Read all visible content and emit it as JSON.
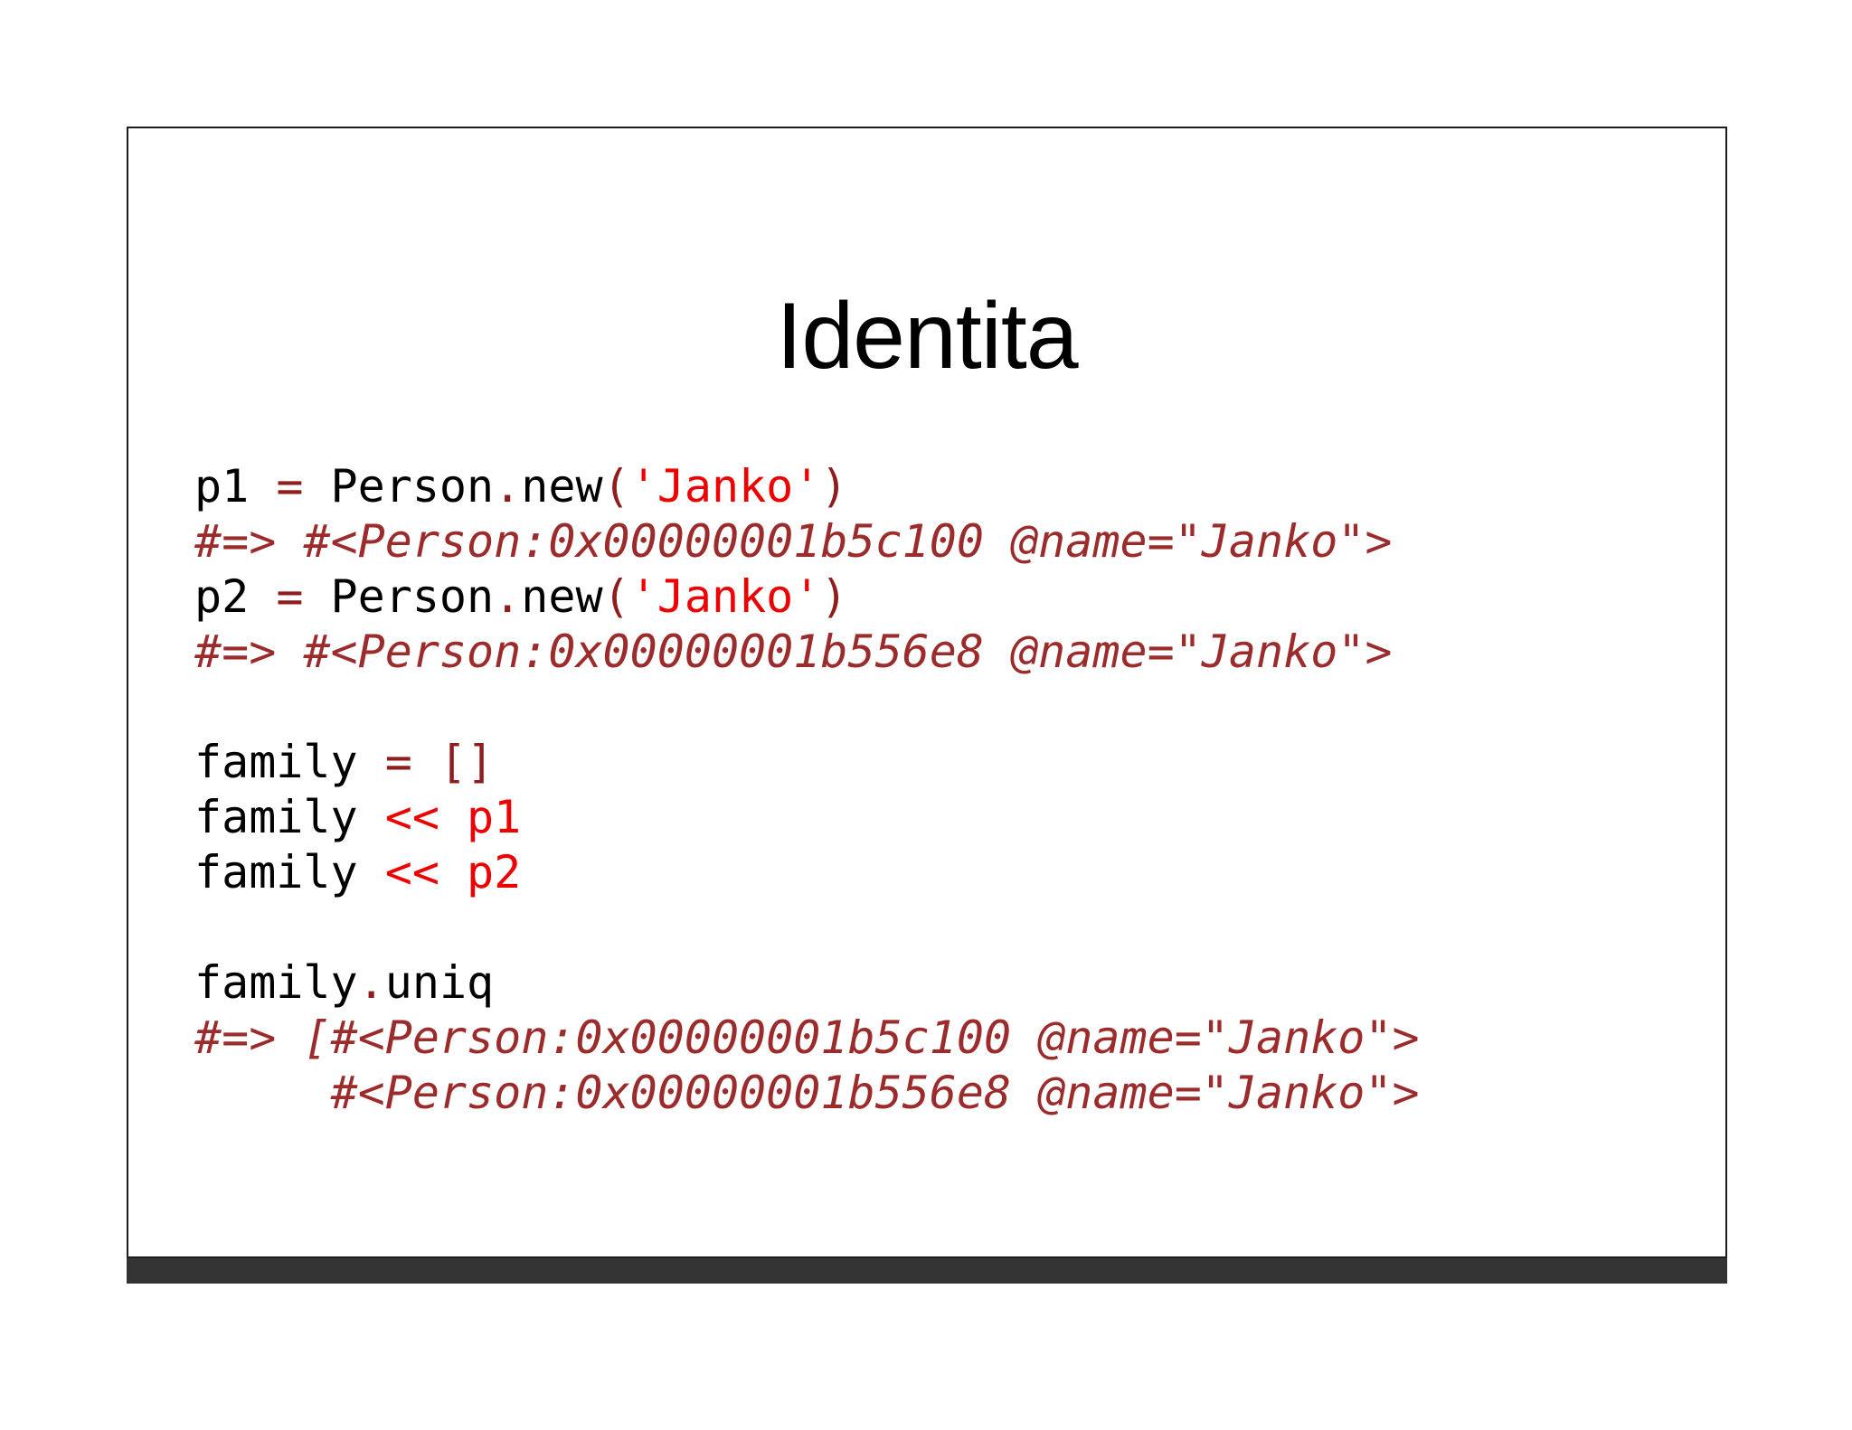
{
  "slide": {
    "title": "Identita",
    "frame_border_color": "#1d1d1d",
    "bottom_bar_color": "#333333",
    "background_color": "#ffffff"
  },
  "colors": {
    "plain": "#000000",
    "operator_dark_red": "#8f1d1d",
    "string_bright_red": "#ee0000",
    "comment_dark_red": "#9c2b2b"
  },
  "code": {
    "language": "ruby",
    "lines": [
      {
        "index": 0,
        "kind": "code",
        "text": "p1 = Person.new('Janko')",
        "tokens": [
          {
            "t": "p1 ",
            "c": "plain"
          },
          {
            "t": "=",
            "c": "operator_dark_red"
          },
          {
            "t": " Person",
            "c": "plain"
          },
          {
            "t": ".",
            "c": "operator_dark_red"
          },
          {
            "t": "new",
            "c": "plain"
          },
          {
            "t": "(",
            "c": "operator_dark_red"
          },
          {
            "t": "'Janko'",
            "c": "string_bright_red"
          },
          {
            "t": ")",
            "c": "operator_dark_red"
          }
        ]
      },
      {
        "index": 1,
        "kind": "comment",
        "text": "#=> #<Person:0x00000001b5c100 @name=\"Janko\">"
      },
      {
        "index": 2,
        "kind": "code",
        "text": "p2 = Person.new('Janko')",
        "tokens": [
          {
            "t": "p2 ",
            "c": "plain"
          },
          {
            "t": "=",
            "c": "operator_dark_red"
          },
          {
            "t": " Person",
            "c": "plain"
          },
          {
            "t": ".",
            "c": "operator_dark_red"
          },
          {
            "t": "new",
            "c": "plain"
          },
          {
            "t": "(",
            "c": "operator_dark_red"
          },
          {
            "t": "'Janko'",
            "c": "string_bright_red"
          },
          {
            "t": ")",
            "c": "operator_dark_red"
          }
        ]
      },
      {
        "index": 3,
        "kind": "comment",
        "text": "#=> #<Person:0x00000001b556e8 @name=\"Janko\">"
      },
      {
        "index": 4,
        "kind": "blank",
        "text": ""
      },
      {
        "index": 5,
        "kind": "code",
        "text": "family = []",
        "tokens": [
          {
            "t": "family ",
            "c": "plain"
          },
          {
            "t": "=",
            "c": "operator_dark_red"
          },
          {
            "t": " ",
            "c": "plain"
          },
          {
            "t": "[]",
            "c": "operator_dark_red"
          }
        ]
      },
      {
        "index": 6,
        "kind": "code",
        "text": "family << p1",
        "tokens": [
          {
            "t": "family ",
            "c": "plain"
          },
          {
            "t": "<<",
            "c": "string_bright_red"
          },
          {
            "t": " ",
            "c": "plain"
          },
          {
            "t": "p1",
            "c": "string_bright_red"
          }
        ]
      },
      {
        "index": 7,
        "kind": "code",
        "text": "family << p2",
        "tokens": [
          {
            "t": "family ",
            "c": "plain"
          },
          {
            "t": "<<",
            "c": "string_bright_red"
          },
          {
            "t": " ",
            "c": "plain"
          },
          {
            "t": "p2",
            "c": "string_bright_red"
          }
        ]
      },
      {
        "index": 8,
        "kind": "blank",
        "text": ""
      },
      {
        "index": 9,
        "kind": "code",
        "text": "family.uniq",
        "tokens": [
          {
            "t": "family",
            "c": "plain"
          },
          {
            "t": ".",
            "c": "operator_dark_red"
          },
          {
            "t": "uniq",
            "c": "plain"
          }
        ]
      },
      {
        "index": 10,
        "kind": "comment",
        "text": "#=> [#<Person:0x00000001b5c100 @name=\"Janko\">"
      },
      {
        "index": 11,
        "kind": "comment",
        "text": "     #<Person:0x00000001b556e8 @name=\"Janko\">"
      }
    ]
  }
}
